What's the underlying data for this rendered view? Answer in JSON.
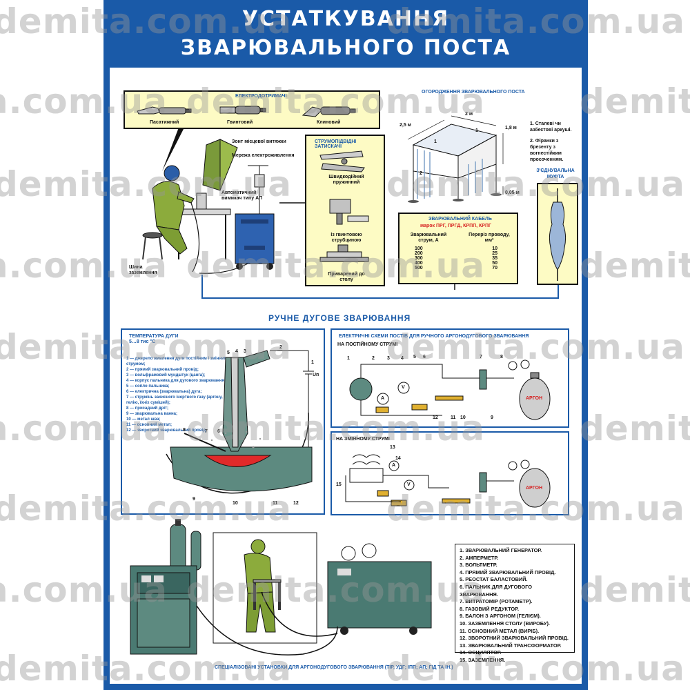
{
  "header": {
    "title_line1": "УСТАТКУВАННЯ",
    "title_line2": "ЗВАРЮВАЛЬНОГО ПОСТА"
  },
  "watermark": "demita.com.ua",
  "holders": {
    "title": "ЕЛЕКТРОДОТРИМАЧІ",
    "items": [
      "Пасатижний",
      "Гвинтовий",
      "Клиновий"
    ]
  },
  "station_labels": {
    "hood": "Зонт місцевої витяжки",
    "network": "Мережа електроживлення",
    "breaker": "Автоматичний вимикач типу АП",
    "ground_bus": "Шина заземлення"
  },
  "clamps": {
    "title": "СТРУМОПІДВІДНІ ЗАТИСКАЧІ",
    "items": [
      "Швидкодійний пружинний",
      "Із гвинтовою струбциною",
      "Приварений до столу"
    ]
  },
  "fence": {
    "title": "ОГОРОДЖЕННЯ ЗВАРЮВАЛЬНОГО ПОСТА",
    "dims": [
      "2 м",
      "2,5 м",
      "1,8 м",
      "0,05 м"
    ],
    "notes": [
      "1. Сталеві чи азбестові аркуші.",
      "2. Фіранки з брезенту з вогнестійким просоченням."
    ],
    "marks": [
      "1",
      "1",
      "2"
    ]
  },
  "coupling": {
    "title": "З'ЄДНУВАЛЬНА МУФТА"
  },
  "cable": {
    "title": "ЗВАРЮВАЛЬНИЙ КАБЕЛЬ",
    "brands_prefix": "марок",
    "brands": "ПРГ, ПРГД, КРПП, КРПГ",
    "col1": "Зварювальний струм, А",
    "col2": "Переріз проводу, мм²",
    "rows": [
      [
        "100",
        "10"
      ],
      [
        "200",
        "25"
      ],
      [
        "300",
        "35"
      ],
      [
        "400",
        "50"
      ],
      [
        "500",
        "70"
      ]
    ]
  },
  "section_manual": "РУЧНЕ ДУГОВЕ ЗВАРЮВАННЯ",
  "arc": {
    "title": "ТЕМПЕРАТУРА ДУГИ",
    "subtitle": "5…8 тис °С",
    "legend": [
      "1 — джерело живлення дуги постійним і змінним струмом;",
      "2 — прямий зварювальний провід;",
      "3 — вольфрамовий мундштук (цанга);",
      "4 — корпус пальника для дугового зварювання;",
      "5 — сопло пальника;",
      "6 — електрична (зварювальна) дуга;",
      "7 — струмінь захисного інертного газу (аргону, гелію, їхніх сумішей);",
      "8 — присадний дріт;",
      "9 — зварювальна ванна;",
      "10 — метал шва;",
      "11 — основний метал;",
      "12 — зворотний зварювальний провід."
    ],
    "numbers_top": [
      "5",
      "4",
      "3",
      "2",
      "1"
    ],
    "numbers_bottom": [
      "8",
      "7",
      "6",
      "9",
      "10",
      "11",
      "12"
    ],
    "voltage": "Uп"
  },
  "schemes": {
    "title": "ЕЛЕКТРИЧНІ СХЕМИ ПОСТІВ ДЛЯ РУЧНОГО АРГОНОДУГОВОГО ЗВАРЮВАННЯ",
    "dc_title": "НА ПОСТІЙНОМУ СТРУМІ",
    "ac_title": "НА ЗМІННОМУ СТРУМІ",
    "dc_numbers_top": [
      "1",
      "2",
      "3",
      "4",
      "5",
      "6",
      "7",
      "8"
    ],
    "dc_numbers_bottom": [
      "12",
      "11",
      "10",
      "9"
    ],
    "ac_numbers": [
      "13",
      "14",
      "15"
    ],
    "argon": "АРГОН",
    "ammeter": "A",
    "voltmeter": "V"
  },
  "equipment_list": [
    "1. ЗВАРЮВАЛЬНИЙ ГЕНЕРАТОР.",
    "2. АМПЕРМЕТР.",
    "3. ВОЛЬТМЕТР.",
    "4. ПРЯМИЙ ЗВАРЮВАЛЬНИЙ ПРОВІД.",
    "5. РЕОСТАТ БАЛАСТОВИЙ.",
    "6. ПАЛЬНИК ДЛЯ ДУГОВОГО ЗВАРЮВАННЯ.",
    "7. ВИТРАТОМІР (РОТАМЕТР).",
    "8. ГАЗОВИЙ РЕДУКТОР.",
    "9. БАЛОН З АРГОНОМ (ГЕЛІЄМ).",
    "10. ЗАЗЕМЛЕННЯ СТОЛУ (ВИРОБУ).",
    "11. ОСНОВНИЙ МЕТАЛ (ВИРІБ).",
    "12. ЗВОРОТНИЙ ЗВАРЮВАЛЬНИЙ ПРОВІД.",
    "13. ЗВАРЮВАЛЬНИЙ ТРАНСФОРМАТОР.",
    "14. ОСЦИЛЯТОР.",
    "15. ЗАЗЕМЛЕННЯ."
  ],
  "footer_caption": "СПЕЦІАЛІЗОВАНІ УСТАНОВКИ ДЛЯ АРГОНОДУГОВОГО ЗВАРЮВАННЯ (ТІР, УДГ; ІПП; АП; ГІД ТА ІН.)",
  "colors": {
    "frame_blue": "#1a5aa8",
    "panel_yellow": "#fdfbc4",
    "equipment_green": "#4a7a72",
    "welder_green": "#8cab3c",
    "argon_red": "#d62020"
  }
}
